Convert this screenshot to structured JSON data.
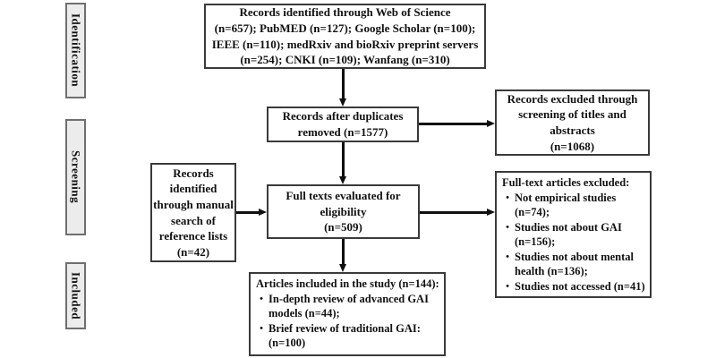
{
  "stages": [
    {
      "label": "Identification"
    },
    {
      "label": "Screening"
    },
    {
      "label": "Included"
    }
  ],
  "icons": {
    "bullet": "•"
  },
  "colors": {
    "background": "#ffffff",
    "box_border": "#3a3a3a",
    "stage_fill": "#ececec",
    "stage_border": "#6f6f6f",
    "arrow": "#0f0f0f",
    "text": "#111111"
  },
  "boxes": {
    "sources": {
      "lines": [
        "Records identified through Web of Science",
        "(n=657); PubMED (n=127); Google Scholar (n=100);",
        "IEEE (n=110); medRxiv and bioRxiv preprint servers",
        "(n=254); CNKI (n=109); Wanfang (n=310)"
      ]
    },
    "duplicates_removed": {
      "lines": [
        "Records after duplicates",
        "removed (n=1577)"
      ]
    },
    "titles_abstracts_excluded": {
      "lines": [
        "Records excluded through",
        "screening of titles and",
        "abstracts",
        "(n=1068)"
      ]
    },
    "full_text_eligibility": {
      "lines": [
        "Full texts evaluated for",
        "eligibility",
        "(n=509)"
      ]
    },
    "manual_search": {
      "lines": [
        "Records",
        "identified",
        "through manual",
        "search of",
        "reference lists",
        "(n=42)"
      ]
    },
    "full_text_excluded": {
      "title": "Full-text articles excluded:",
      "items": [
        "Not empirical studies (n=74);",
        "Studies not about GAI (n=156);",
        "Studies not about mental health (n=136);",
        "Studies not accessed (n=41)"
      ]
    },
    "articles_included": {
      "title": "Articles included in the study (n=144):",
      "items": [
        "In-depth review of advanced GAI models (n=44);",
        "Brief review of traditional GAI: (n=100)"
      ]
    }
  }
}
